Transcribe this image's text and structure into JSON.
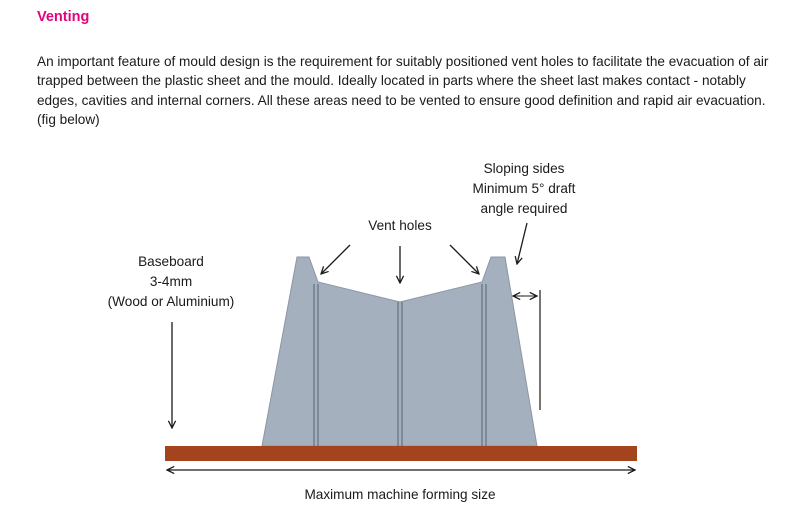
{
  "section": {
    "heading": "Venting",
    "paragraph": "An important feature of mould design is the requirement for suitably positioned vent holes to facilitate the evacuation of air trapped between the plastic sheet and the mould. Ideally located in parts where the sheet last makes contact - notably edges, cavities and internal corners. All these areas need to be vented to ensure good definition and rapid air evacuation. (fig below)"
  },
  "diagram": {
    "labels": {
      "sloping_sides": [
        "Sloping sides",
        "Minimum 5° draft",
        "angle required"
      ],
      "vent_holes": "Vent holes",
      "baseboard": [
        "Baseboard",
        "3-4mm",
        "(Wood or Aluminium)"
      ],
      "forming_size": "Maximum machine forming size"
    },
    "colors": {
      "mould": "#a5b0be",
      "mould_edge": "#6f7b8a",
      "baseboard": "#a4441e",
      "heading": "#e5007e",
      "text": "#1a1a1a"
    }
  }
}
